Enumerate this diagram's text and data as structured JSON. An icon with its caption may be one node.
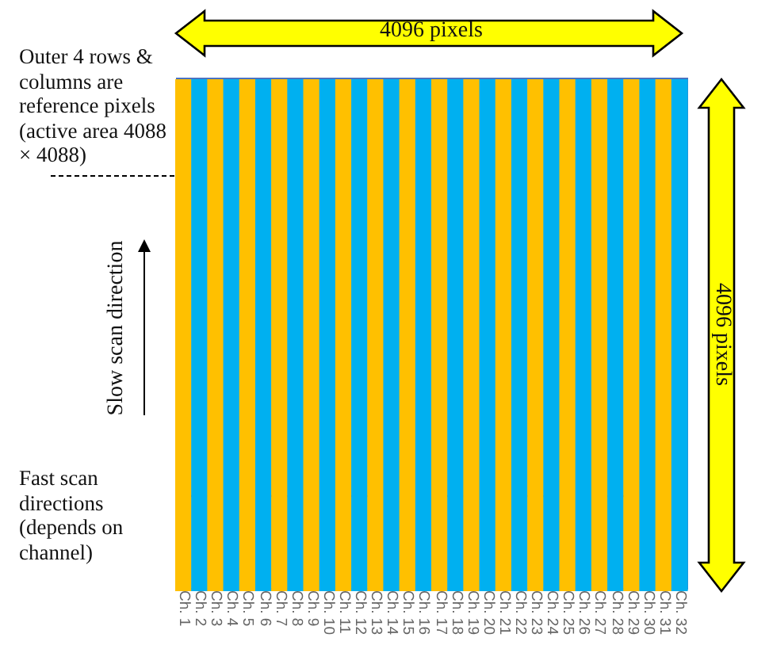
{
  "diagram": {
    "nodes": [
      {
        "text": [
          "Outer 4 rows & columns are reference pixels (active area 4088 × 4088)"
        ]
      },
      {
        "text": [],
        "shape": "box"
      }
    ],
    "edges": [
      {
        "from": 0,
        "to": 1,
        "arrow": "none",
        "style": "dashed"
      }
    ],
    "labels": [
      "4096 pixels",
      "Slow scan direction",
      "4096 pixels",
      "Fast scan directions (depends on channel)",
      "Ch. 1",
      "Ch. 2",
      "Ch. 3",
      "Ch. 4",
      "Ch. 5",
      "Ch. 6",
      "Ch. 7",
      "Ch. 8",
      "Ch. 9",
      "Ch. 10",
      "Ch. 11",
      "Ch. 12",
      "Ch. 13",
      "Ch. 14",
      "Ch. 15",
      "Ch. 16",
      "Ch. 17",
      "Ch. 18",
      "Ch. 19",
      "Ch. 20",
      "Ch. 21",
      "Ch. 22",
      "Ch. 23",
      "Ch. 24",
      "Ch. 25",
      "Ch. 26",
      "Ch. 27",
      "Ch. 28",
      "Ch. 29",
      "Ch. 30",
      "Ch. 31",
      "Ch. 32"
    ]
  }
}
